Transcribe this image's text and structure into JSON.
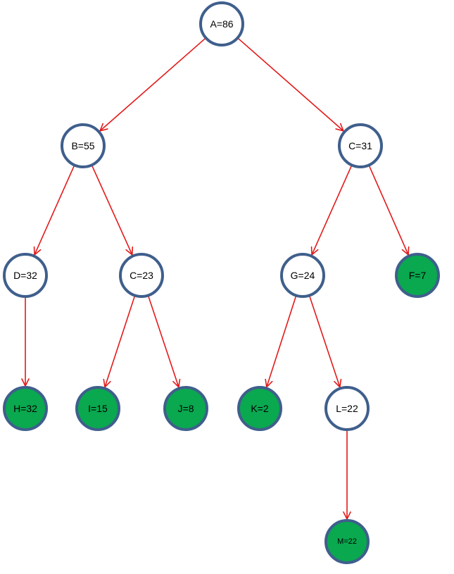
{
  "diagram": {
    "type": "tree",
    "colors": {
      "node_outline": "#3f5f8c",
      "leaf_fill": "#0aa84f",
      "internal_fill": "#ffffff",
      "edge": "#e31a1a"
    },
    "nodes": [
      {
        "id": "A",
        "label": "A=86",
        "leaf": false
      },
      {
        "id": "B",
        "label": "B=55",
        "leaf": false
      },
      {
        "id": "C1",
        "label": "C=31",
        "leaf": false
      },
      {
        "id": "D",
        "label": "D=32",
        "leaf": false
      },
      {
        "id": "C2",
        "label": "C=23",
        "leaf": false
      },
      {
        "id": "G",
        "label": "G=24",
        "leaf": false
      },
      {
        "id": "F",
        "label": "F=7",
        "leaf": true
      },
      {
        "id": "H",
        "label": "H=32",
        "leaf": true
      },
      {
        "id": "I",
        "label": "I=15",
        "leaf": true
      },
      {
        "id": "J",
        "label": "J=8",
        "leaf": true
      },
      {
        "id": "K",
        "label": "K=2",
        "leaf": true
      },
      {
        "id": "L",
        "label": "L=22",
        "leaf": false
      },
      {
        "id": "M",
        "label": "M=22",
        "leaf": true
      }
    ],
    "edges": [
      {
        "from": "A",
        "to": "B"
      },
      {
        "from": "A",
        "to": "C1"
      },
      {
        "from": "B",
        "to": "D"
      },
      {
        "from": "B",
        "to": "C2"
      },
      {
        "from": "C1",
        "to": "G"
      },
      {
        "from": "C1",
        "to": "F"
      },
      {
        "from": "D",
        "to": "H"
      },
      {
        "from": "C2",
        "to": "I"
      },
      {
        "from": "C2",
        "to": "J"
      },
      {
        "from": "G",
        "to": "K"
      },
      {
        "from": "G",
        "to": "L"
      },
      {
        "from": "L",
        "to": "M"
      }
    ]
  }
}
